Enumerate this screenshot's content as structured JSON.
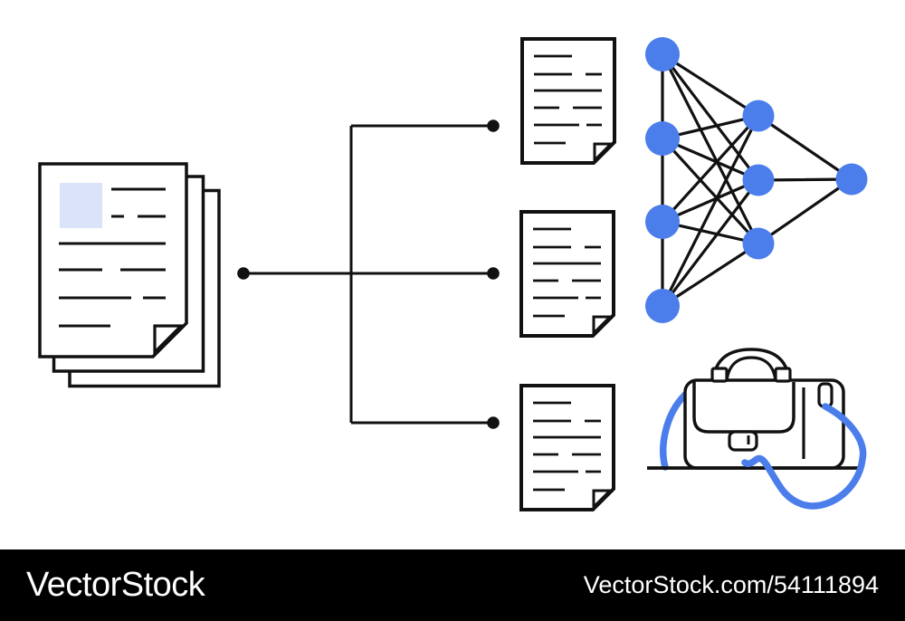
{
  "watermark_bar": {
    "brand": "VectorStock",
    "reference": "VectorStock.com/54111894"
  },
  "colors": {
    "accent_blue": "#4b7eeb",
    "image_placeholder_blue": "#dbe3f8",
    "ink": "#111111",
    "bar_background": "#000000",
    "bar_text": "#ffffff"
  },
  "illustration": {
    "icons": [
      {
        "name": "document-stack-icon",
        "pages": 3
      },
      {
        "name": "flow-connector",
        "branches": 3
      },
      {
        "name": "document-icon",
        "count": 3
      },
      {
        "name": "neural-network-icon",
        "layers": [
          4,
          3,
          1
        ]
      },
      {
        "name": "briefcase-icon",
        "strap": "shoulder-strap"
      }
    ]
  }
}
